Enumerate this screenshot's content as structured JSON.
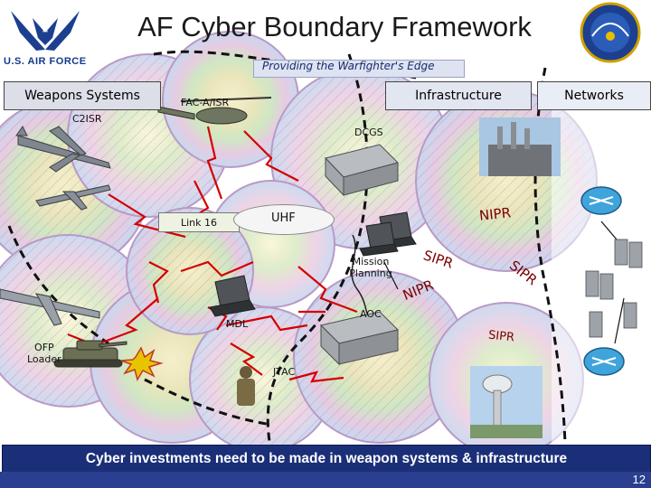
{
  "title": "AF Cyber Boundary Framework",
  "usaf_logo_text": "U.S. AIR FORCE",
  "tagline": "Providing the Warfighter's Edge",
  "sections": {
    "weapons": "Weapons Systems",
    "infrastructure": "Infrastructure",
    "networks": "Networks"
  },
  "labels": {
    "fac": "FAC-A/ISR",
    "c2isr": "C2ISR",
    "dcgs": "DCGS",
    "link16": "Link 16",
    "uhf": "UHF",
    "mission_planning_1": "Mission",
    "mission_planning_2": "Planning",
    "aoc": "AOC",
    "mdl": "MDL",
    "ofp_1": "OFP",
    "ofp_2": "Loader",
    "jtac": "JTAC"
  },
  "network_labels": {
    "niprnet_top": "NIPR",
    "sipr_1": "SIPR",
    "sipr_2": "SIPR",
    "nipr_mid": "NIPR",
    "sipr_3": "SIPR"
  },
  "banner": "Cyber investments need to be made in weapon systems & infrastructure",
  "page_number": "12",
  "colors": {
    "banner_bg": "#1b2f78",
    "link_red": "#d40000",
    "dash": "#111111"
  }
}
